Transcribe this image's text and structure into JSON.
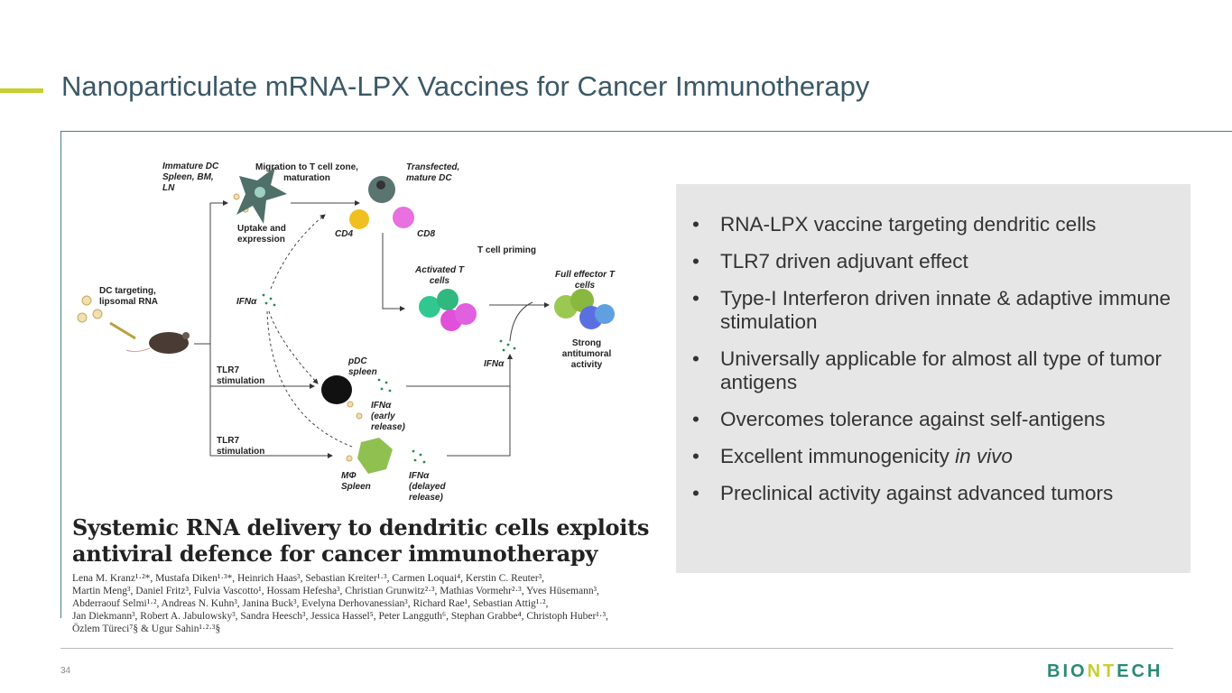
{
  "slide": {
    "title": "Nanoparticulate mRNA-LPX Vaccines for Cancer Immunotherapy",
    "page_number": "34",
    "logo": "BIONTECH"
  },
  "diagram": {
    "immature_dc": [
      "Immature DC",
      "Spleen, BM,",
      "LN"
    ],
    "migration": [
      "Migration to T cell zone,",
      "maturation"
    ],
    "transfected": [
      "Transfected,",
      "mature DC"
    ],
    "uptake": [
      "Uptake and",
      "expression"
    ],
    "cd4": "CD4",
    "cd8": "CD8",
    "t_cell_priming": "T cell priming",
    "activated": [
      "Activated  T",
      "cells"
    ],
    "full_effector": [
      "Full  effector T",
      "cells"
    ],
    "dc_targeting": [
      "DC targeting,",
      "lipsomal RNA"
    ],
    "ifna1": "IFNα",
    "strong": [
      "Strong",
      "antitumoral",
      "activity"
    ],
    "pdc": [
      "pDC",
      "spleen"
    ],
    "ifna2": "IFNα",
    "tlr7_a": [
      "TLR7",
      "stimulation"
    ],
    "ifna_early": [
      "IFNα",
      "(early",
      "release)"
    ],
    "tlr7_b": [
      "TLR7",
      "stimulation"
    ],
    "mphi": [
      "MΦ",
      "Spleen"
    ],
    "ifna_delayed": [
      "IFNα",
      "(delayed",
      "release)"
    ]
  },
  "bullets": [
    "RNA-LPX vaccine targeting dendritic cells",
    "TLR7 driven adjuvant effect",
    "Type-I Interferon driven innate & adaptive immune stimulation",
    "Universally applicable for almost all type of tumor antigens",
    "Overcomes tolerance against self-antigens",
    "Excellent immunogenicity ",
    "Preclinical activity against advanced tumors"
  ],
  "bullet_italic": "in vivo",
  "paper": {
    "title": [
      "Systemic RNA delivery to dendritic cells exploits",
      "antiviral defence for cancer immunotherapy"
    ],
    "authors": [
      "Lena M. Kranz¹·²*, Mustafa Diken¹·³*, Heinrich Haas³, Sebastian Kreiter¹·³, Carmen Loquai⁴, Kerstin C. Reuter³,",
      "Martin Meng³, Daniel Fritz³, Fulvia Vascotto¹, Hossam Hefesha³, Christian Grunwitz²·³, Mathias Vormehr²·³, Yves Hüsemann³,",
      "Abderraouf Selmi¹·², Andreas N. Kuhn³, Janina Buck³, Evelyna Derhovanessian³, Richard Rae¹, Sebastian Attig¹·²,",
      "Jan Diekmann³, Robert A. Jabulowsky³, Sandra Heesch³, Jessica Hassel⁵, Peter Langguth⁶, Stephan Grabbe⁴, Christoph Huber¹·³,",
      "Özlem Türeci⁷§ & Ugur Sahin¹·²·³§"
    ]
  }
}
